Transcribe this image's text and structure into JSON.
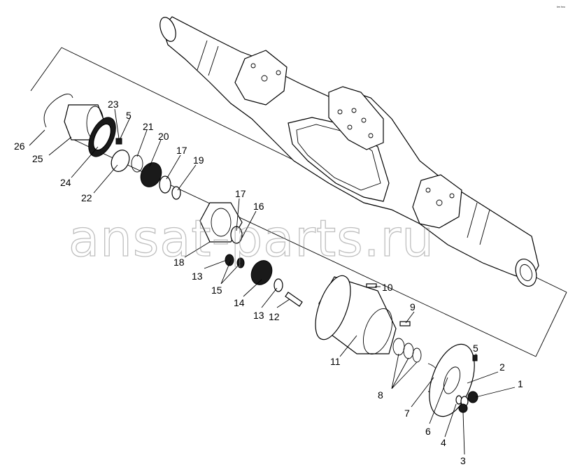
{
  "watermark": "ansat-parts.ru",
  "corner_mark": "ᵏᵐ ʰᵒᵘ",
  "callouts": [
    "1",
    "2",
    "3",
    "4",
    "5",
    "5",
    "6",
    "7",
    "8",
    "9",
    "10",
    "11",
    "12",
    "13",
    "13",
    "14",
    "15",
    "16",
    "17",
    "17",
    "18",
    "19",
    "20",
    "21",
    "22",
    "23",
    "24",
    "25",
    "26"
  ]
}
